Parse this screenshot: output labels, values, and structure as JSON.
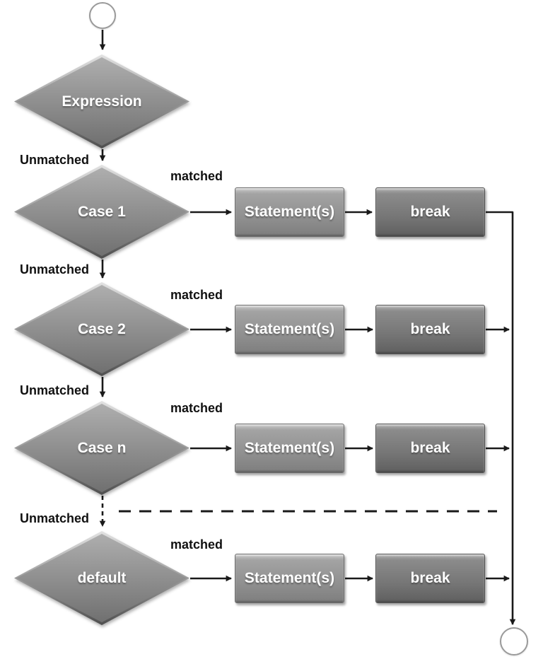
{
  "diagram": {
    "type": "flowchart",
    "topic": "switch-case statement control flow",
    "expression_label": "Expression",
    "rows": [
      {
        "case": "Case 1",
        "statement": "Statement(s)",
        "break": "break",
        "matched": "matched",
        "unmatched": "Unmatched"
      },
      {
        "case": "Case 2",
        "statement": "Statement(s)",
        "break": "break",
        "matched": "matched",
        "unmatched": "Unmatched"
      },
      {
        "case": "Case n",
        "statement": "Statement(s)",
        "break": "break",
        "matched": "matched",
        "unmatched": "Unmatched"
      },
      {
        "case": "default",
        "statement": "Statement(s)",
        "break": "break",
        "matched": "matched",
        "unmatched": "Unmatched"
      }
    ],
    "colors": {
      "canvas_bg": "#ffffff",
      "diamond_light": "#aeaeae",
      "diamond_dark": "#707070",
      "statement_light": "#a3a3a3",
      "statement_dark": "#7e7e7e",
      "break_light": "#8b8b8b",
      "break_dark": "#5f5f5f",
      "arrow": "#1a1a1a",
      "label_text": "#111111",
      "node_text": "#ffffff",
      "terminal_stroke": "#9a9a9a"
    }
  }
}
